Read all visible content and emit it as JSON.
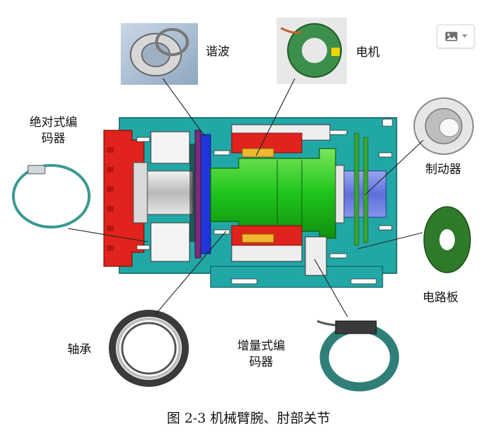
{
  "labels": {
    "harmonic": "谐波",
    "motor": "电机",
    "abs_encoder_line1": "绝对式编",
    "abs_encoder_line2": "码器",
    "brake": "制动器",
    "circuit_board": "电路板",
    "bearing": "轴承",
    "inc_encoder_line1": "增量式编",
    "inc_encoder_line2": "码器"
  },
  "caption": "图 2-3  机械臂腕、肘部关节",
  "toolbar": {
    "image_icon": "image-icon",
    "dropdown_icon": "chevron-down-icon"
  },
  "colors": {
    "housing": "#21a6a6",
    "flange_red": "#e0231c",
    "rotor_green": "#22c81e",
    "harmonic_blue": "#2036d8",
    "brake_blue": "#6f80e0",
    "board_green": "#2e7a2a",
    "ring_teal": "#3a9a92"
  }
}
